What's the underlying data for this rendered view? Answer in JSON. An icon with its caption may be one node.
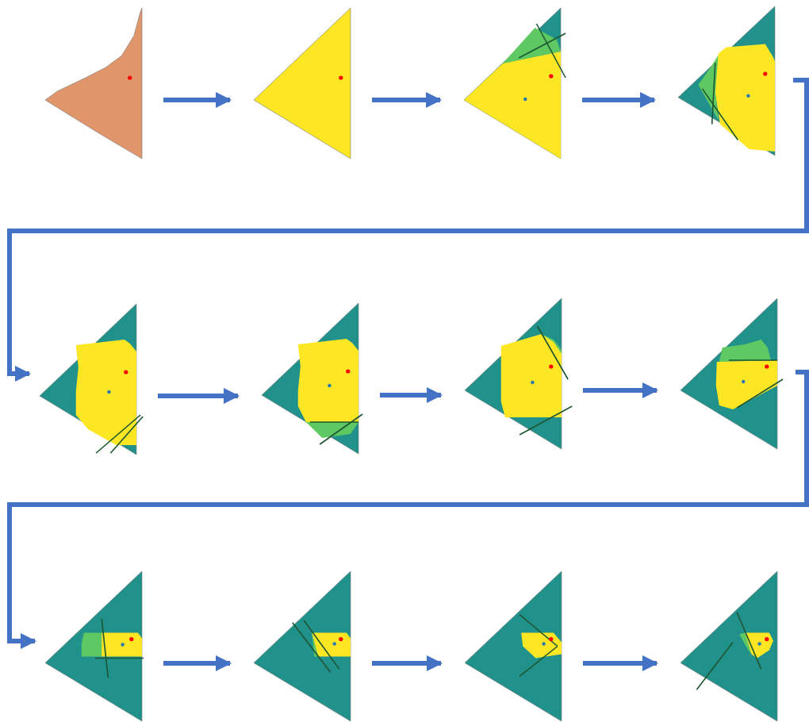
{
  "diagram": {
    "nodes": [
      {
        "text": [],
        "shape": "picture"
      },
      {
        "text": [],
        "shape": "picture"
      },
      {
        "text": [],
        "shape": "picture"
      },
      {
        "text": [],
        "shape": "picture"
      },
      {
        "text": [],
        "shape": "picture"
      },
      {
        "text": [],
        "shape": "picture"
      },
      {
        "text": [],
        "shape": "picture"
      },
      {
        "text": [],
        "shape": "picture"
      },
      {
        "text": [],
        "shape": "picture"
      },
      {
        "text": [],
        "shape": "picture"
      },
      {
        "text": [],
        "shape": "picture"
      },
      {
        "text": [],
        "shape": "picture"
      }
    ],
    "edges": [
      {
        "from": 0,
        "to": 1,
        "arrow": "to"
      },
      {
        "from": 1,
        "to": 2,
        "arrow": "to"
      },
      {
        "from": 2,
        "to": 3,
        "arrow": "to"
      },
      {
        "from": 3,
        "to": 4,
        "arrow": "to"
      },
      {
        "from": 4,
        "to": 5,
        "arrow": "to"
      },
      {
        "from": 5,
        "to": 6,
        "arrow": "to"
      },
      {
        "from": 6,
        "to": 7,
        "arrow": "to"
      },
      {
        "from": 7,
        "to": 8,
        "arrow": "to"
      },
      {
        "from": 8,
        "to": 9,
        "arrow": "to"
      },
      {
        "from": 9,
        "to": 10,
        "arrow": "to"
      },
      {
        "from": 10,
        "to": 11,
        "arrow": "to"
      }
    ]
  }
}
